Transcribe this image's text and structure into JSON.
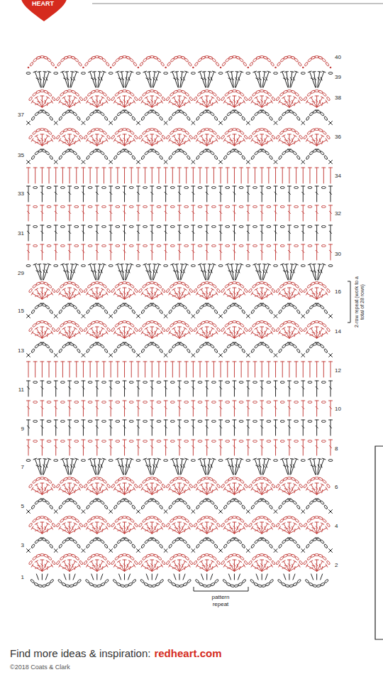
{
  "diagram": {
    "labels": [
      "HEART",
      "40",
      "39",
      "38",
      "37",
      "36",
      "35",
      "34",
      "33",
      "32",
      "31",
      "30",
      "29",
      "16",
      "2-row repeat (work to a total of 28 rows)",
      "15",
      "14",
      "13",
      "12",
      "11",
      "10",
      "9",
      "8",
      "7",
      "6",
      "5",
      "4",
      "3",
      "2",
      "1",
      "pattern repeat",
      "Find more ideas & inspiration:",
      "redheart.com",
      "©2018 Coats & Clark"
    ]
  }
}
